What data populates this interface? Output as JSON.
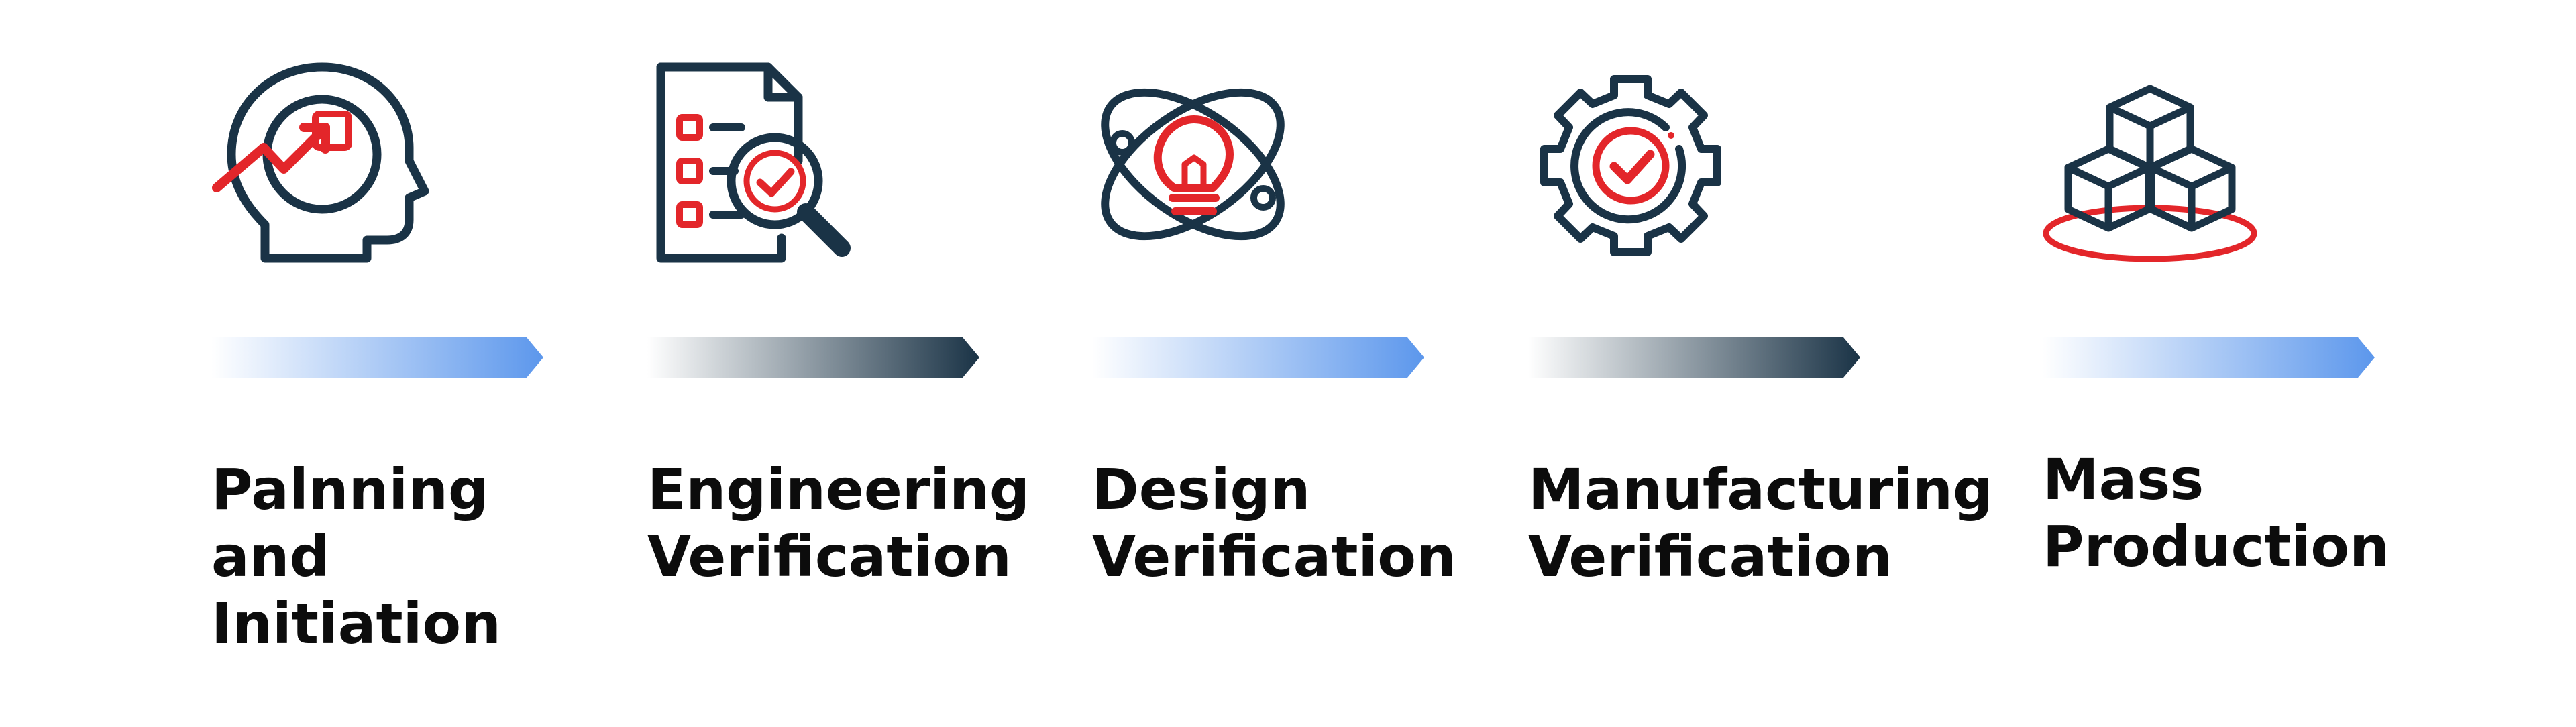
{
  "colors": {
    "outline": "#1a3346",
    "accent": "#e3262a",
    "blue_gradient_start": "#ffffff",
    "blue_gradient_end": "#5c97ec",
    "navy_gradient_start": "#ffffff",
    "navy_gradient_end": "#1a3346"
  },
  "steps": [
    {
      "label_lines": [
        "Palnning",
        "and",
        "Initiation"
      ],
      "icon": "head-growth-icon",
      "arrow": "blue"
    },
    {
      "label_lines": [
        "Engineering",
        "Verification"
      ],
      "icon": "checklist-magnifier-icon",
      "arrow": "navy"
    },
    {
      "label_lines": [
        "Design",
        "Verification"
      ],
      "icon": "lightbulb-orbit-icon",
      "arrow": "blue"
    },
    {
      "label_lines": [
        "Manufacturing",
        "Verification"
      ],
      "icon": "gear-check-icon",
      "arrow": "navy"
    },
    {
      "label_lines": [
        "Mass",
        "Production"
      ],
      "icon": "stacked-boxes-icon",
      "arrow": "blue"
    }
  ]
}
